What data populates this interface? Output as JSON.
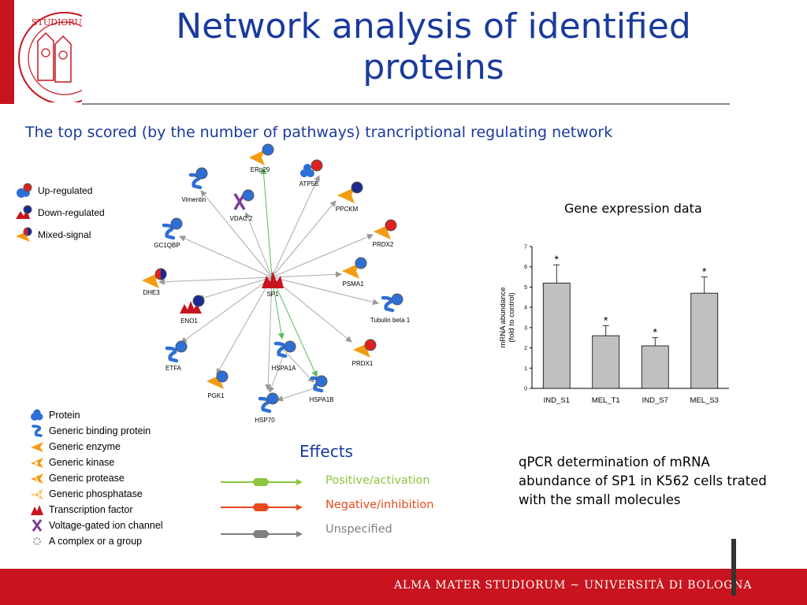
{
  "slide": {
    "title": "Network analysis of identified proteins",
    "subtitle": "The top scored (by the number of pathways) trancriptional regulating network",
    "footer": "ALMA MATER STUDIORUM ~ UNIVERSITÀ DI BOLOGNA",
    "logo_text": "STUDIORUM"
  },
  "colors": {
    "title": "#1a3a9c",
    "accent_red": "#c8141e",
    "bar": "#c0c0c0",
    "positive": "#8cc63f",
    "negative": "#e84a1e",
    "unspecified": "#808080"
  },
  "regulation_legend": [
    {
      "icon": "up-regulated-icon",
      "label": "Up-regulated"
    },
    {
      "icon": "down-regulated-icon",
      "label": "Down-regulated"
    },
    {
      "icon": "mixed-signal-icon",
      "label": "Mixed-signal"
    }
  ],
  "type_legend": [
    {
      "icon": "protein-icon",
      "label": "Protein"
    },
    {
      "icon": "generic-binding-protein-icon",
      "label": "Generic binding protein"
    },
    {
      "icon": "generic-enzyme-icon",
      "label": "Generic enzyme"
    },
    {
      "icon": "generic-kinase-icon",
      "label": "Generic kinase"
    },
    {
      "icon": "generic-protease-icon",
      "label": "Generic protease"
    },
    {
      "icon": "generic-phosphatase-icon",
      "label": "Generic phosphatase"
    },
    {
      "icon": "transcription-factor-icon",
      "label": "Transcription factor"
    },
    {
      "icon": "voltage-gated-ion-channel-icon",
      "label": "Voltage-gated ion channel"
    },
    {
      "icon": "complex-group-icon",
      "label": "A complex or a group"
    }
  ],
  "network": {
    "nodes": {
      "sp1": "SP1",
      "erp29": "ERp29",
      "atp5b": "ATP5B",
      "vimentin": "Vimentin",
      "vdac2": "VDAC 2",
      "ppckm": "PPCKM",
      "gc1qbp": "GC1QBP",
      "prdx2": "PRDX2",
      "psma1": "PSMA1",
      "dhe3": "DHE3",
      "tubulin": "Tubulin beta 1",
      "eno1": "ENO1",
      "prdx1": "PRDX1",
      "etfa": "ETFA",
      "hspa1a": "HSPA1A",
      "hspa1b": "HSPA1B",
      "pgk1": "PGK1",
      "hsp70": "HSP70"
    }
  },
  "effects": {
    "title": "Effects",
    "items": [
      {
        "label": "Positive/activation",
        "color": "#8cc63f"
      },
      {
        "label": "Negative/inhibition",
        "color": "#e84a1e"
      },
      {
        "label": "Unspecified",
        "color": "#808080"
      }
    ]
  },
  "chart_title": "Gene expression data",
  "qpcr_text": "qPCR  determination of mRNA abundance of SP1 in K562 cells trated with the small molecules",
  "chart_data": {
    "type": "bar",
    "title": "Gene expression data",
    "categories": [
      "IND_S1",
      "MEL_T1",
      "IND_S7",
      "MEL_S3"
    ],
    "values": [
      5.2,
      2.6,
      2.1,
      4.7
    ],
    "errors": [
      0.9,
      0.5,
      0.4,
      0.8
    ],
    "significance": [
      "*",
      "*",
      "*",
      "*"
    ],
    "ylabel": "mRNA abundance (fold to control)",
    "ylabel_lines": [
      "mRNA abundance",
      "(fold to control)"
    ],
    "ylim": [
      0,
      7
    ],
    "yticks": [
      0,
      1,
      2,
      3,
      4,
      5,
      6,
      7
    ],
    "grid": false
  }
}
